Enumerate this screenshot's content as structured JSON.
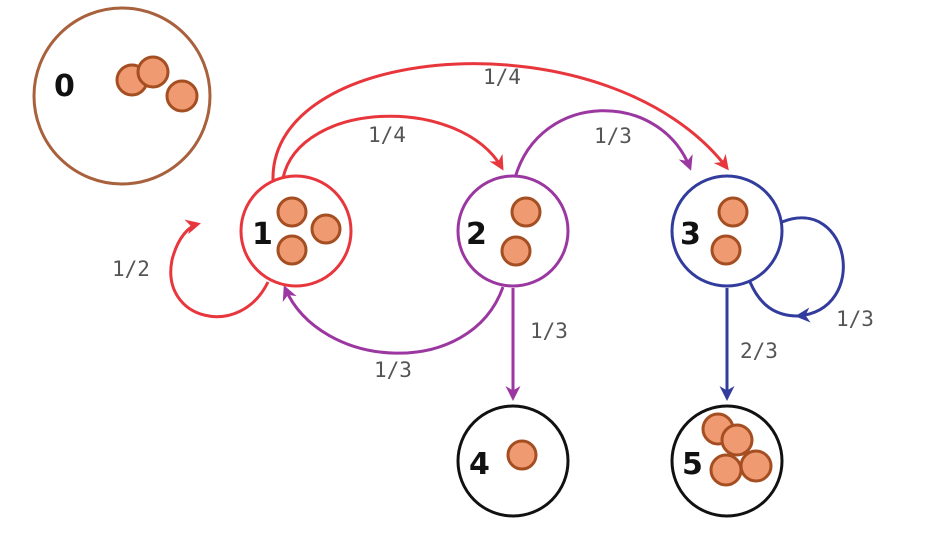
{
  "colors": {
    "red": "#e8363d",
    "purple": "#9b37a0",
    "blue": "#323c9c",
    "brown": "#a8613c",
    "black": "#111111",
    "ball_fill": "#f09a72",
    "ball_stroke": "#a44e22"
  },
  "states": [
    {
      "id": "0",
      "label": "0",
      "balls": 3,
      "color": "#a8613c"
    },
    {
      "id": "1",
      "label": "1",
      "balls": 3,
      "color": "#e8363d"
    },
    {
      "id": "2",
      "label": "2",
      "balls": 2,
      "color": "#9b37a0"
    },
    {
      "id": "3",
      "label": "3",
      "balls": 2,
      "color": "#323c9c"
    },
    {
      "id": "4",
      "label": "4",
      "balls": 1,
      "color": "#111111"
    },
    {
      "id": "5",
      "label": "5",
      "balls": 4,
      "color": "#111111"
    }
  ],
  "transitions": [
    {
      "from": "1",
      "to": "1",
      "label": "1/2",
      "color": "#e8363d"
    },
    {
      "from": "1",
      "to": "2",
      "label": "1/4",
      "color": "#e8363d"
    },
    {
      "from": "1",
      "to": "3",
      "label": "1/4",
      "color": "#e8363d"
    },
    {
      "from": "2",
      "to": "3",
      "label": "1/3",
      "color": "#9b37a0"
    },
    {
      "from": "2",
      "to": "1",
      "label": "1/3",
      "color": "#9b37a0"
    },
    {
      "from": "2",
      "to": "4",
      "label": "1/3",
      "color": "#9b37a0"
    },
    {
      "from": "3",
      "to": "3",
      "label": "1/3",
      "color": "#323c9c"
    },
    {
      "from": "3",
      "to": "5",
      "label": "2/3",
      "color": "#323c9c"
    }
  ]
}
